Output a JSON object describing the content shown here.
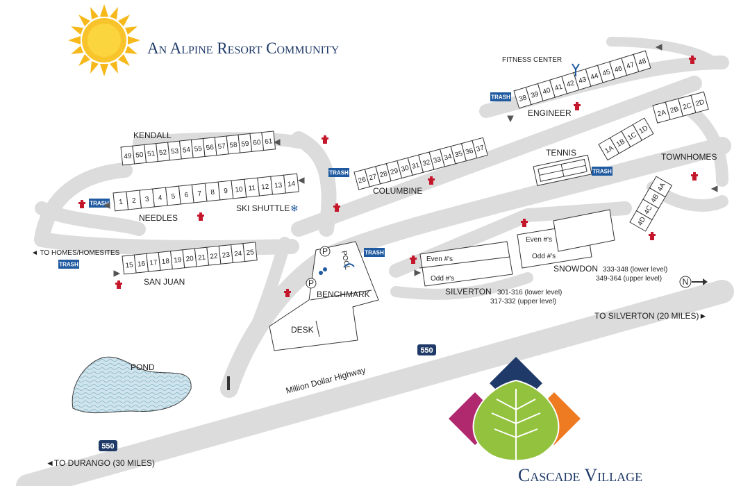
{
  "header": {
    "title": "An Alpine Resort Community"
  },
  "brand": {
    "name": "Cascade Village",
    "colors": {
      "navy": "#1f3a68",
      "magenta": "#b0286e",
      "orange": "#ee7b22",
      "green": "#93c23e"
    }
  },
  "colors": {
    "trash": "#1f5aa0",
    "fire": "#c4172c",
    "road": "#dcdcdc",
    "pond": "#cfe4ec"
  },
  "buildings": {
    "kendall": {
      "name": "KENDALL",
      "units": [
        "49",
        "50",
        "51",
        "52",
        "53",
        "54",
        "55",
        "56",
        "57",
        "58",
        "59",
        "60",
        "61"
      ]
    },
    "needles": {
      "name": "NEEDLES",
      "units": [
        "1",
        "2",
        "3",
        "4",
        "5",
        "6",
        "7",
        "8",
        "9",
        "10",
        "11",
        "12",
        "13",
        "14"
      ]
    },
    "san_juan": {
      "name": "SAN JUAN",
      "units": [
        "15",
        "16",
        "17",
        "18",
        "19",
        "20",
        "21",
        "22",
        "23",
        "24",
        "25"
      ]
    },
    "columbine": {
      "name": "COLUMBINE",
      "units": [
        "26",
        "27",
        "28",
        "29",
        "30",
        "31",
        "32",
        "33",
        "34",
        "35",
        "36",
        "37"
      ]
    },
    "engineer": {
      "name": "ENGINEER",
      "units": [
        "38",
        "39",
        "40",
        "41",
        "42",
        "43",
        "44",
        "45",
        "46",
        "47",
        "48"
      ]
    },
    "townhomes": {
      "name": "TOWNHOMES",
      "rows": [
        [
          "1A",
          "1B",
          "1C",
          "1D"
        ],
        [
          "2A",
          "2B",
          "2C",
          "2D"
        ],
        [
          "4D",
          "4C",
          "4B",
          "4A"
        ]
      ]
    },
    "silverton": {
      "name": "SILVERTON",
      "even": "Even #'s",
      "odd": "Odd #'s",
      "range1": "301-316 (lower level)",
      "range2": "317-332 (upper level)"
    },
    "snowdon": {
      "name": "SNOWDON",
      "even": "Even #'s",
      "odd": "Odd #'s",
      "range1": "333-348 (lower level)",
      "range2": "349-364 (upper level)"
    },
    "benchmark": {
      "name": "BENCHMARK",
      "desk": "DESK",
      "pool": "POOL"
    }
  },
  "labels": {
    "fitness": "FITNESS CENTER",
    "tennis": "TENNIS",
    "ski_shuttle": "SKI SHUTTLE",
    "pond": "POND",
    "trash": "TRASH",
    "parking": "P",
    "north": "N",
    "highway": "Million Dollar Highway",
    "route": "550",
    "to_homes": "◄ TO HOMES/HOMESITES",
    "to_silverton": "TO SILVERTON (20 MILES)►",
    "to_durango": "◄TO DURANGO (30 MILES)"
  }
}
